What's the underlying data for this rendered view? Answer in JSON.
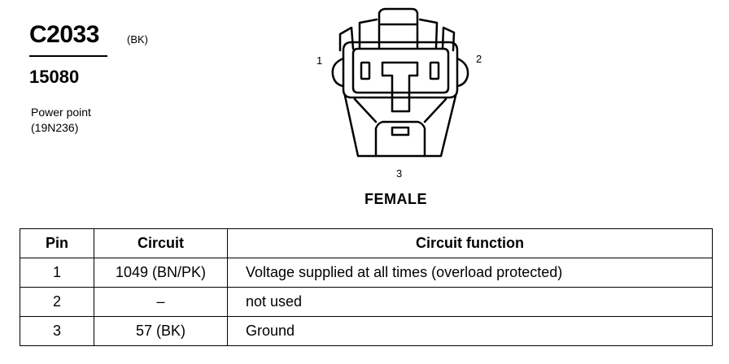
{
  "header": {
    "connector_id": "C2033",
    "connector_color": "(BK)",
    "part_number": "15080",
    "description_lines": [
      "Power point",
      "(19N236)"
    ]
  },
  "diagram": {
    "pin_labels": [
      "1",
      "2",
      "3"
    ],
    "gender": "FEMALE"
  },
  "table": {
    "headers": [
      "Pin",
      "Circuit",
      "Circuit function"
    ],
    "rows": [
      {
        "pin": "1",
        "circuit": "1049 (BN/PK)",
        "function": "Voltage supplied at all times (overload protected)"
      },
      {
        "pin": "2",
        "circuit": "–",
        "function": "not used"
      },
      {
        "pin": "3",
        "circuit": "57 (BK)",
        "function": "Ground"
      }
    ]
  }
}
